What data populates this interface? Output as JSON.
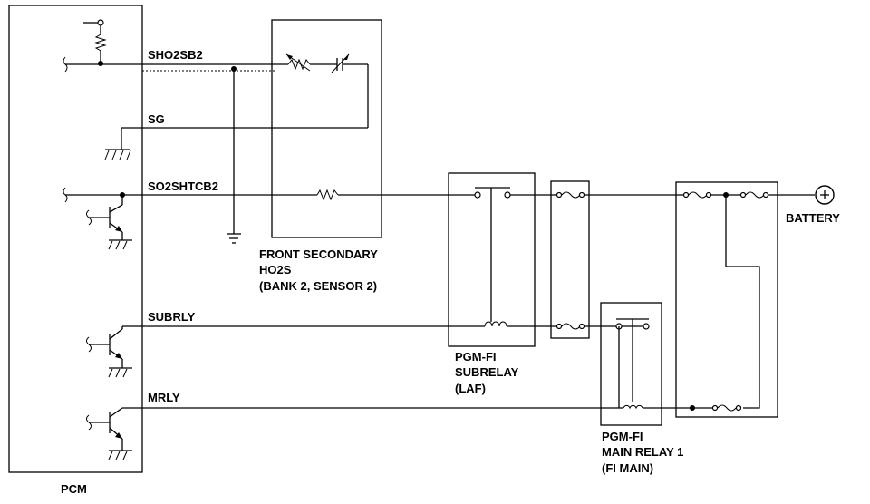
{
  "labels": {
    "pcm": "PCM",
    "sho2sb2": "SHO2SB2",
    "sg": "SG",
    "so2shtcb2": "SO2SHTCB2",
    "subrly": "SUBRLY",
    "mrly": "MRLY",
    "battery": "BATTERY",
    "ho2s_line1": "FRONT SECONDARY",
    "ho2s_line2": "HO2S",
    "ho2s_line3": "(BANK 2, SENSOR 2)",
    "subrelay_line1": "PGM-FI",
    "subrelay_line2": "SUBRELAY",
    "subrelay_line3": "(LAF)",
    "mainrelay_line1": "PGM-FI",
    "mainrelay_line2": "MAIN RELAY 1",
    "mainrelay_line3": "(FI MAIN)"
  },
  "icons": {
    "ground": "ground-icon",
    "chassis_ground": "chassis-ground-icon",
    "resistor": "resistor-icon",
    "variable_resistor": "variable-resistor-icon",
    "transistor": "transistor-icon",
    "fuse": "fuse-icon",
    "relay_coil": "relay-coil-icon",
    "relay_switch": "relay-switch-icon",
    "battery": "battery-positive-icon"
  },
  "colors": {
    "line": "#000000",
    "background": "#ffffff"
  }
}
